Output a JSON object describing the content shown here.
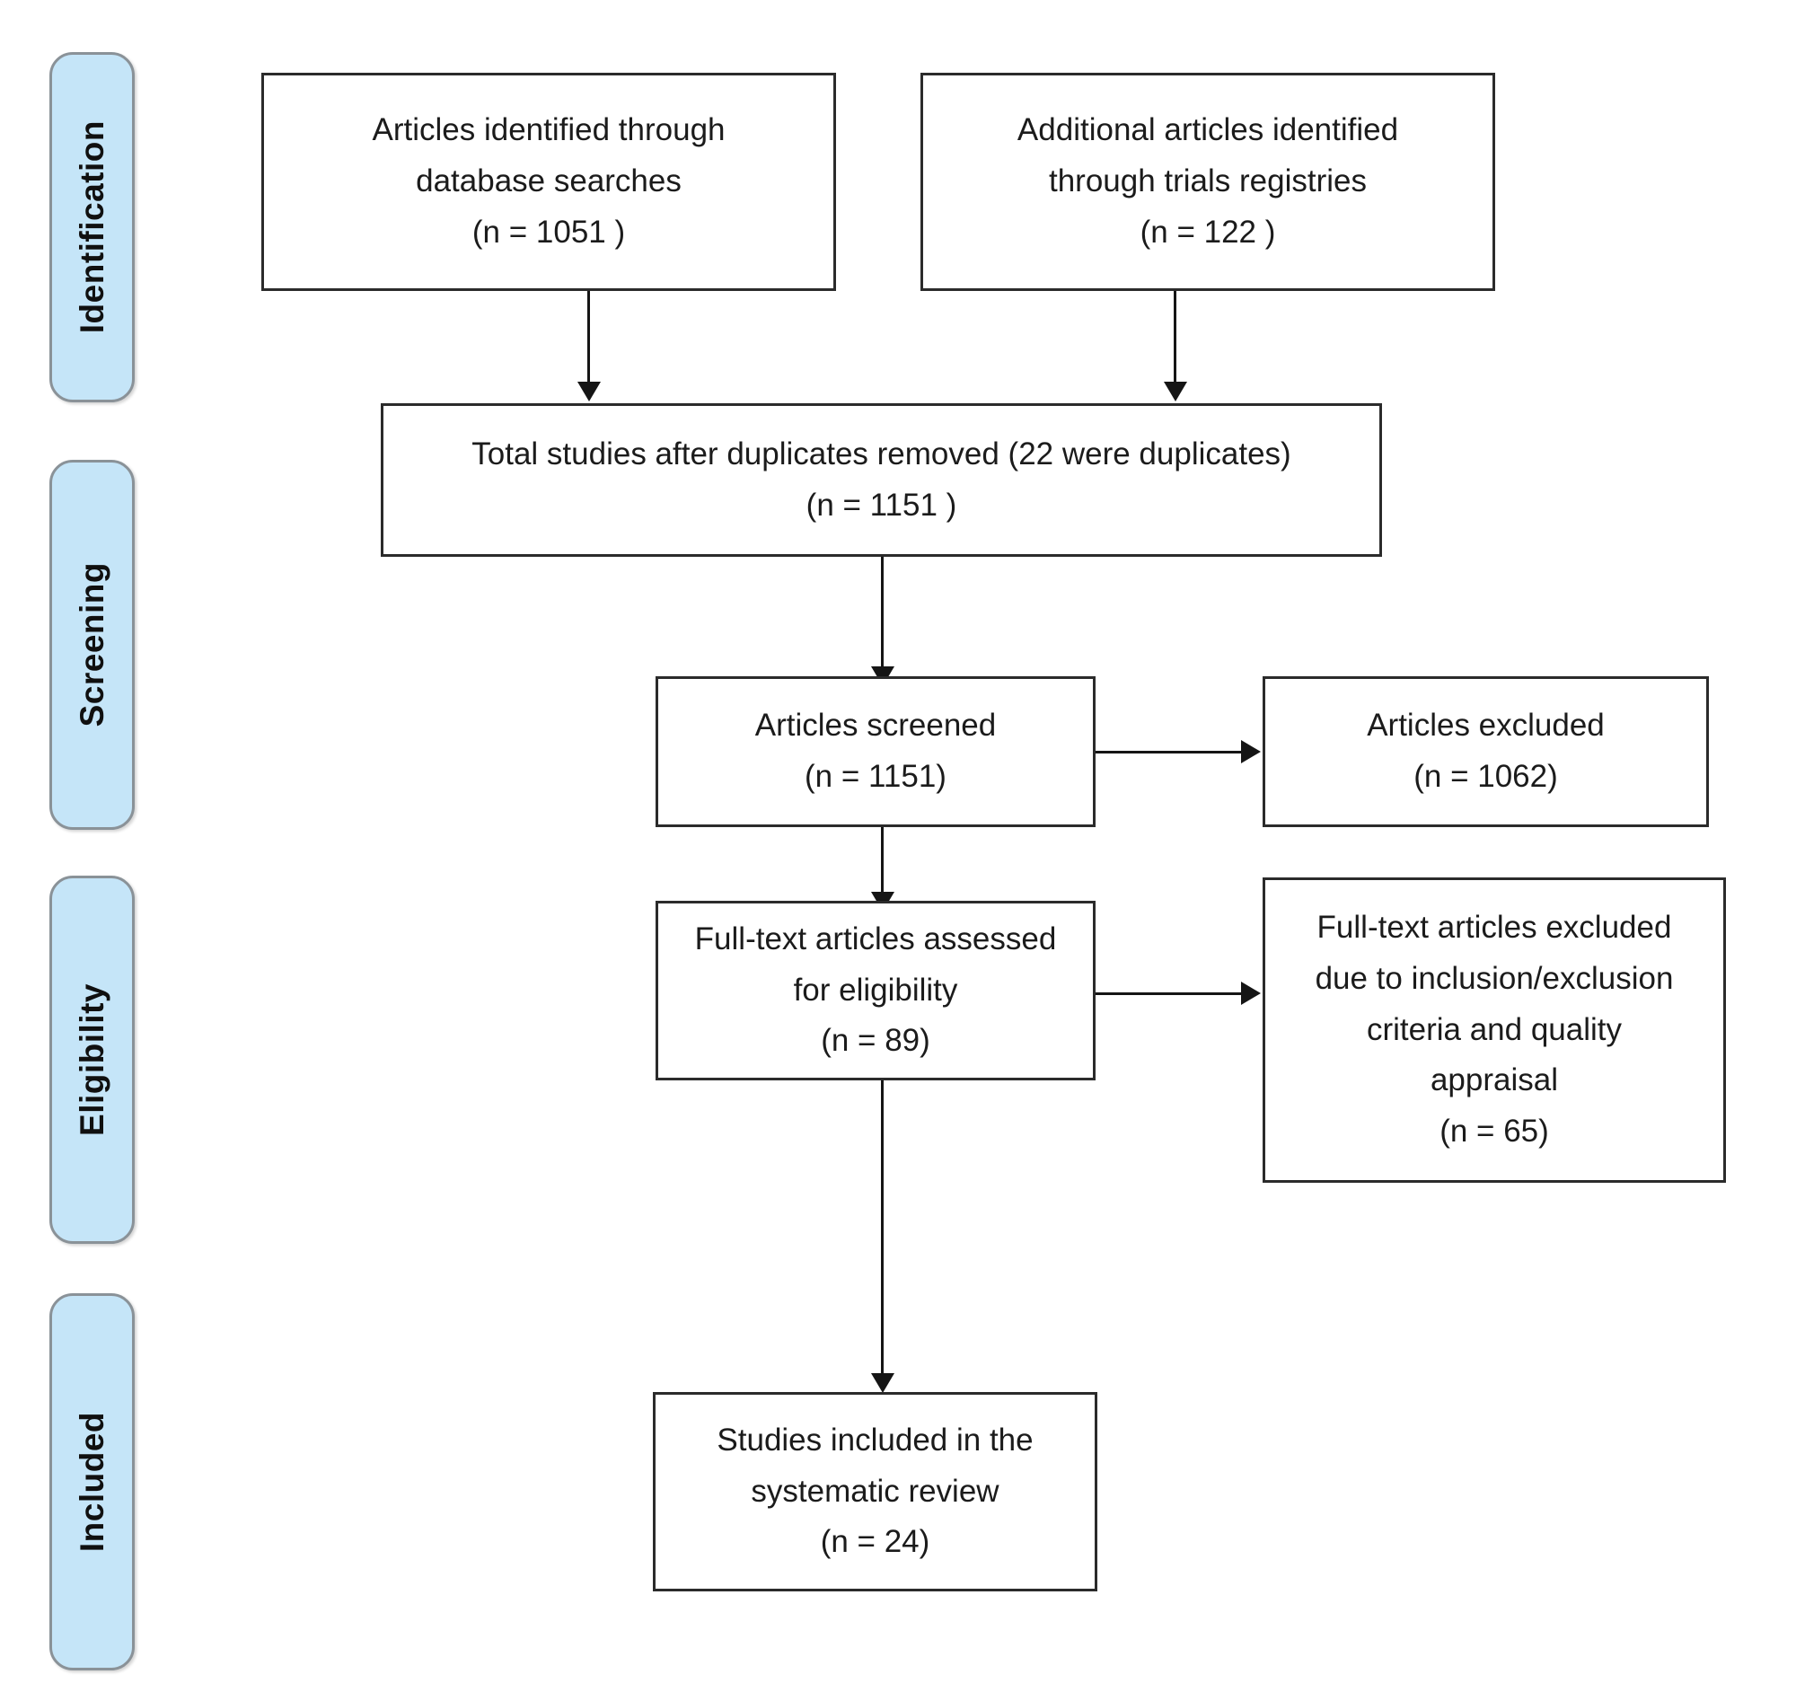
{
  "diagram": {
    "title": "PRISMA study selection flow diagram",
    "type": "prisma-flow",
    "accent_color": "#c5e5f8",
    "box_border_color": "#2b2b2b",
    "connector_color": "#151515"
  },
  "stages": [
    {
      "id": "identification",
      "label": "Identification"
    },
    {
      "id": "screening",
      "label": "Screening"
    },
    {
      "id": "eligibility",
      "label": "Eligibility"
    },
    {
      "id": "included",
      "label": "Included"
    }
  ],
  "boxes": {
    "database_searches": {
      "id": "database-searches",
      "stage": "identification",
      "lines": [
        "Articles identified through",
        "database searches",
        "(n = 1051 )"
      ],
      "count": 1051
    },
    "trials_registries": {
      "id": "trials-registries",
      "stage": "identification",
      "lines": [
        "Additional articles identified",
        "through trials registries",
        "(n = 122 )"
      ],
      "count": 122
    },
    "duplicates_removed": {
      "id": "duplicates-removed",
      "stage": "screening",
      "lines": [
        "Total studies after duplicates removed (22 were duplicates)",
        "(n = 1151 )"
      ],
      "count": 1151,
      "duplicates": 22
    },
    "articles_screened": {
      "id": "articles-screened",
      "stage": "screening",
      "lines": [
        "Articles screened",
        "(n = 1151)"
      ],
      "count": 1151
    },
    "articles_excluded": {
      "id": "articles-excluded",
      "stage": "screening",
      "lines": [
        "Articles excluded",
        "(n = 1062)"
      ],
      "count": 1062
    },
    "fulltext_assessed": {
      "id": "fulltext-assessed",
      "stage": "eligibility",
      "lines": [
        "Full-text articles assessed",
        "for eligibility",
        "(n = 89)"
      ],
      "count": 89
    },
    "fulltext_excluded": {
      "id": "fulltext-excluded",
      "stage": "eligibility",
      "lines": [
        "Full-text articles excluded",
        "due to inclusion/exclusion",
        "criteria and quality",
        "appraisal",
        "(n = 65)"
      ],
      "count": 65
    },
    "studies_included": {
      "id": "studies-included",
      "stage": "included",
      "lines": [
        "Studies included in the",
        "systematic review",
        "(n = 24)"
      ],
      "count": 24
    }
  },
  "chart_data": {
    "type": "diagram",
    "title": "PRISMA flow of study selection",
    "nodes": [
      {
        "key": "database_searches",
        "label": "Articles identified through database searches",
        "n": 1051,
        "stage": "Identification"
      },
      {
        "key": "trials_registries",
        "label": "Additional articles identified through trials registries",
        "n": 122,
        "stage": "Identification"
      },
      {
        "key": "duplicates_removed",
        "label": "Total studies after duplicates removed (22 were duplicates)",
        "n": 1151,
        "stage": "Screening"
      },
      {
        "key": "articles_screened",
        "label": "Articles screened",
        "n": 1151,
        "stage": "Screening"
      },
      {
        "key": "articles_excluded",
        "label": "Articles excluded",
        "n": 1062,
        "stage": "Screening"
      },
      {
        "key": "fulltext_assessed",
        "label": "Full-text articles assessed for eligibility",
        "n": 89,
        "stage": "Eligibility"
      },
      {
        "key": "fulltext_excluded",
        "label": "Full-text articles excluded due to inclusion/exclusion criteria and quality appraisal",
        "n": 65,
        "stage": "Eligibility"
      },
      {
        "key": "studies_included",
        "label": "Studies included in the systematic review",
        "n": 24,
        "stage": "Included"
      }
    ],
    "edges": [
      {
        "from": "database_searches",
        "to": "duplicates_removed"
      },
      {
        "from": "trials_registries",
        "to": "duplicates_removed"
      },
      {
        "from": "duplicates_removed",
        "to": "articles_screened"
      },
      {
        "from": "articles_screened",
        "to": "articles_excluded"
      },
      {
        "from": "articles_screened",
        "to": "fulltext_assessed"
      },
      {
        "from": "fulltext_assessed",
        "to": "fulltext_excluded"
      },
      {
        "from": "fulltext_assessed",
        "to": "studies_included"
      }
    ]
  }
}
